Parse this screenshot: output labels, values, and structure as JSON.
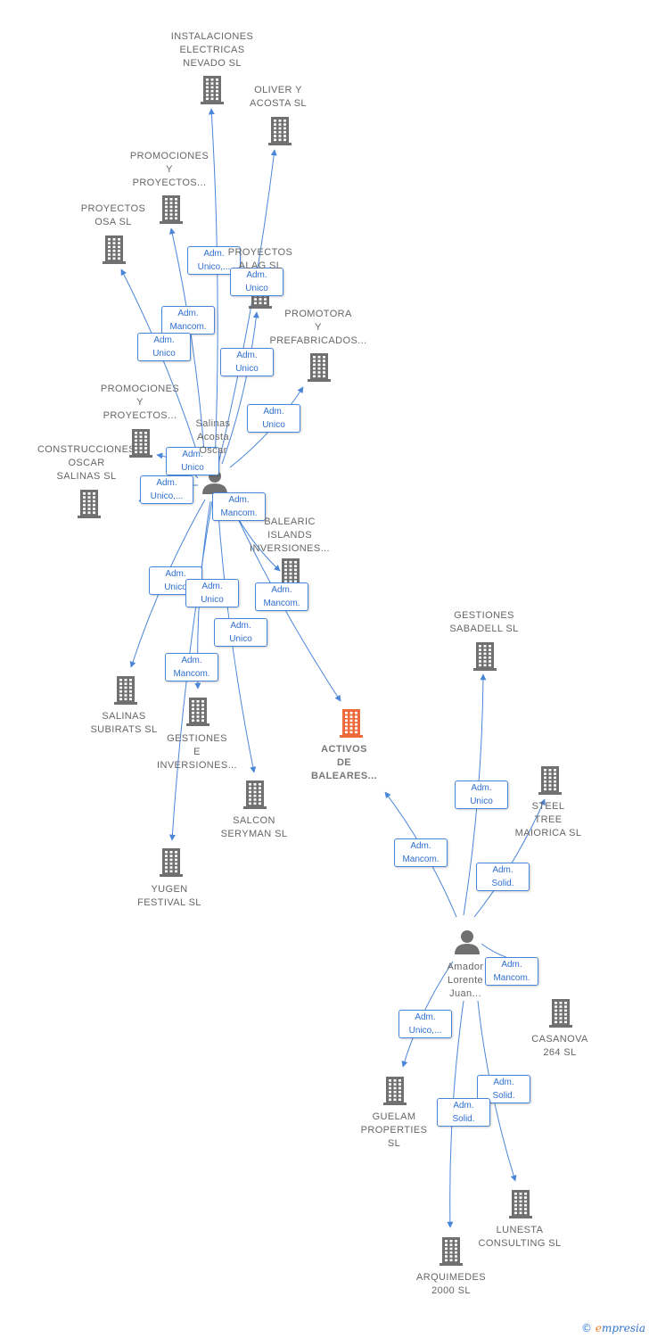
{
  "nodes": [
    {
      "id": "instalaciones",
      "label": "INSTALACIONES\nELECTRICAS\nNEVADO  SL",
      "type": "company"
    },
    {
      "id": "oliver",
      "label": "OLIVER Y\nACOSTA  SL",
      "type": "company"
    },
    {
      "id": "promo1",
      "label": "PROMOCIONES\nY\nPROYECTOS...",
      "type": "company"
    },
    {
      "id": "proyosa",
      "label": "PROYECTOS\nOSA SL",
      "type": "company"
    },
    {
      "id": "proyalag",
      "label": "PROYECTOS\nALAG  SL",
      "type": "company"
    },
    {
      "id": "promotora",
      "label": "PROMOTORA\nY\nPREFABRICADOS...",
      "type": "company"
    },
    {
      "id": "promo2",
      "label": "PROMOCIONES\nY\nPROYECTOS...",
      "type": "company"
    },
    {
      "id": "construcciones",
      "label": "CONSTRUCCIONES\nOSCAR\nSALINAS SL",
      "type": "company"
    },
    {
      "id": "salinas",
      "label": "Salinas\nAcosta\nOscar",
      "type": "person"
    },
    {
      "id": "balearic",
      "label": "BALEARIC\nISLANDS\nINVERSIONES...",
      "type": "company"
    },
    {
      "id": "gestsab",
      "label": "GESTIONES\nSABADELL SL",
      "type": "company"
    },
    {
      "id": "salsub",
      "label": "SALINAS\nSUBIRATS  SL",
      "type": "company"
    },
    {
      "id": "gestinv",
      "label": "GESTIONES\nE\nINVERSIONES...",
      "type": "company"
    },
    {
      "id": "activos",
      "label": "ACTIVOS\nDE\nBALEARES...",
      "type": "company",
      "highlight": true
    },
    {
      "id": "steel",
      "label": "STEEL\nTREE\nMAIORICA  SL",
      "type": "company"
    },
    {
      "id": "salcon",
      "label": "SALCON\nSERYMAN  SL",
      "type": "company"
    },
    {
      "id": "yugen",
      "label": "YUGEN\nFESTIVAL  SL",
      "type": "company"
    },
    {
      "id": "amador",
      "label": "Amador\nLorente\nJuan...",
      "type": "person"
    },
    {
      "id": "casanova",
      "label": "CASANOVA\n264  SL",
      "type": "company"
    },
    {
      "id": "guelam",
      "label": "GUELAM\nPROPERTIES\nSL",
      "type": "company"
    },
    {
      "id": "lunesta",
      "label": "LUNESTA\nCONSULTING SL",
      "type": "company"
    },
    {
      "id": "arquimedes",
      "label": "ARQUIMEDES\n2000 SL",
      "type": "company"
    }
  ],
  "edges": [
    {
      "from": "salinas",
      "to": "instalaciones",
      "label": "Adm.\nUnico,..."
    },
    {
      "from": "salinas",
      "to": "oliver",
      "label": "Adm.\nUnico"
    },
    {
      "from": "salinas",
      "to": "promo1",
      "label": "Adm.\nMancom."
    },
    {
      "from": "salinas",
      "to": "proyosa",
      "label": "Adm.\nUnico"
    },
    {
      "from": "salinas",
      "to": "proyalag",
      "label": "Adm.\nUnico"
    },
    {
      "from": "salinas",
      "to": "promotora",
      "label": "Adm.\nUnico"
    },
    {
      "from": "salinas",
      "to": "promo2",
      "label": "Adm.\nUnico"
    },
    {
      "from": "salinas",
      "to": "construcciones",
      "label": "Adm.\nUnico,..."
    },
    {
      "from": "salinas",
      "to": "balearic",
      "label": "Adm.\nMancom."
    },
    {
      "from": "salinas",
      "to": "activos",
      "label": "Adm.\nMancom."
    },
    {
      "from": "salinas",
      "to": "salsub",
      "label": "Adm.\nUnico"
    },
    {
      "from": "salinas",
      "to": "gestinv",
      "label": "Adm.\nUnico"
    },
    {
      "from": "salinas",
      "to": "salcon",
      "label": "Adm.\nUnico"
    },
    {
      "from": "salinas",
      "to": "yugen",
      "label": "Adm.\nMancom."
    },
    {
      "from": "amador",
      "to": "activos",
      "label": "Adm.\nMancom."
    },
    {
      "from": "amador",
      "to": "gestsab",
      "label": "Adm.\nUnico"
    },
    {
      "from": "amador",
      "to": "steel",
      "label": "Adm.\nSolid."
    },
    {
      "from": "amador",
      "to": "casanova",
      "label": "Adm.\nMancom."
    },
    {
      "from": "amador",
      "to": "guelam",
      "label": "Adm.\nUnico,..."
    },
    {
      "from": "amador",
      "to": "lunesta",
      "label": "Adm.\nSolid."
    },
    {
      "from": "amador",
      "to": "arquimedes",
      "label": "Adm.\nSolid."
    }
  ],
  "colors": {
    "edge": "#4a86d8",
    "icon": "#707070",
    "highlight": "#ee6a3a",
    "label_text": "#666666",
    "edge_label_text": "#2f6fd0"
  },
  "watermark": {
    "symbol": "©",
    "brand_initial": "e",
    "brand_rest": "mpresia"
  }
}
